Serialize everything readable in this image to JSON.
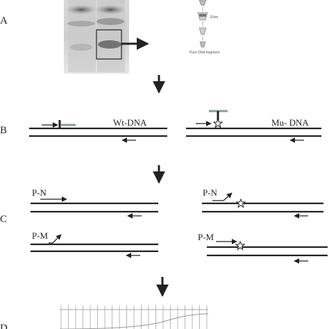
{
  "panels": {
    "a": "A",
    "b": "B",
    "c": "C",
    "d": "D"
  },
  "kit": {
    "elute_label": "Elute",
    "pure_label": "Pure DNA fragment"
  },
  "b_labels": {
    "wt": "Wt-DNA",
    "mu": "Mu- DNA"
  },
  "c_labels": {
    "pn_left": "P-N",
    "pn_right": "P-N",
    "pm_left": "P-M",
    "pm_right": "P-M"
  },
  "colors": {
    "ink": "#222222",
    "probe": "#8c9a9a",
    "gel_dark": "#4a4a4a"
  }
}
